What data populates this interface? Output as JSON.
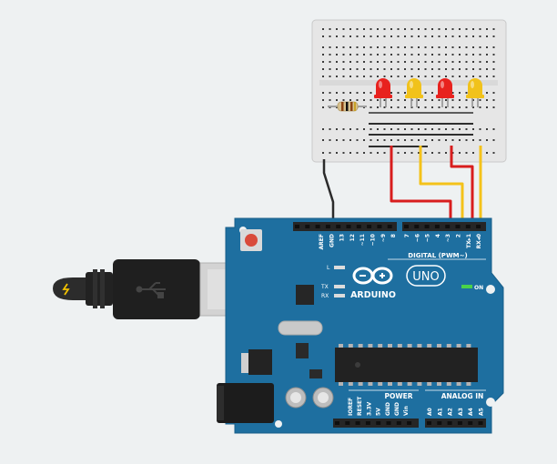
{
  "board": {
    "logo_text": "ARDUINO",
    "model": "UNO",
    "on_label": "ON",
    "led_labels": [
      "L",
      "TX",
      "RX"
    ],
    "digital_header_label": "DIGITAL (PWM~)",
    "power_label": "POWER",
    "analog_label": "ANALOG IN",
    "digital_pins_left": [
      "AREF",
      "GND",
      "13",
      "12",
      "~11",
      "~10",
      "~9",
      "8"
    ],
    "digital_pins_right": [
      "7",
      "~6",
      "~5",
      "4",
      "~3",
      "2",
      "TX▸1",
      "RX◂0"
    ],
    "power_pins": [
      "IOREF",
      "RESET",
      "3.3V",
      "5V",
      "GND",
      "GND",
      "Vin"
    ],
    "analog_pins": [
      "A0",
      "A1",
      "A2",
      "A3",
      "A4",
      "A5"
    ]
  },
  "breadboard": {
    "leds": [
      {
        "color": "#e8221e"
      },
      {
        "color": "#f1c21b"
      },
      {
        "color": "#e8221e"
      },
      {
        "color": "#f1c21b"
      }
    ]
  },
  "wires": {
    "red": "#d81d1d",
    "yellow": "#f4c21a",
    "black": "#2b2b2b"
  }
}
